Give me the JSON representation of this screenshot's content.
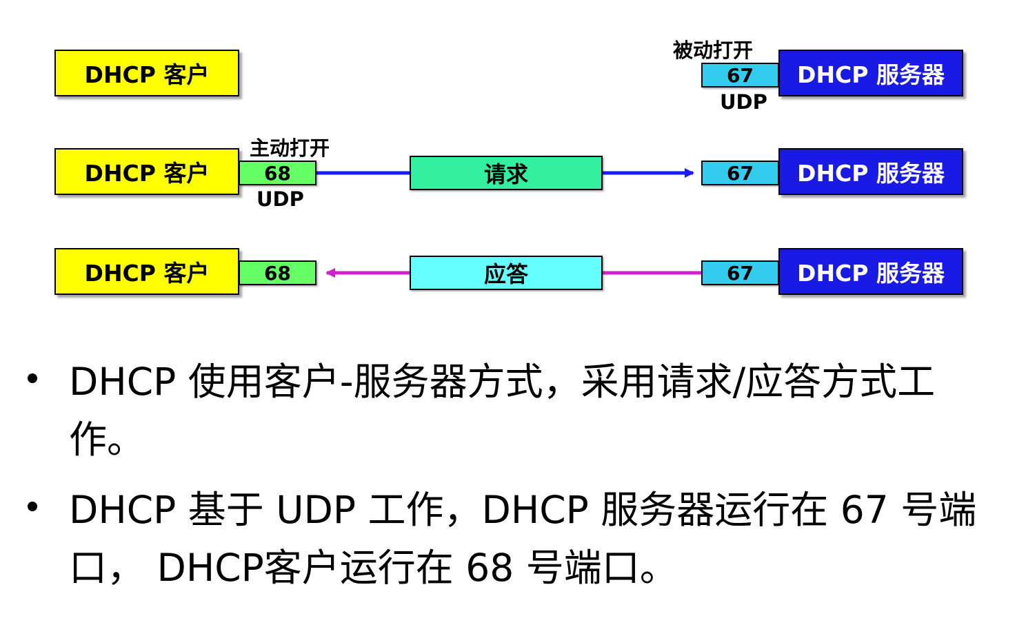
{
  "diagram": {
    "client_label": "DHCP 客户",
    "server_label": "DHCP 服务器",
    "passive_open": "被动打开",
    "active_open": "主动打开",
    "server_port": "67",
    "client_port": "68",
    "protocol": "UDP",
    "request_label": "请求",
    "response_label": "应答",
    "colors": {
      "client": "#ffff00",
      "server": "#1a1ae6",
      "client_port": "#66ff66",
      "server_port": "#33ccee",
      "request_box": "#33f0a0",
      "response_box": "#66ffff",
      "request_arrow": "#1a1aff",
      "response_arrow": "#cc22cc"
    }
  },
  "bullets": [
    "DHCP 使用客户-服务器方式，采用请求/应答方式工作。",
    "DHCP 基于 UDP 工作，DHCP 服务器运行在 67 号端口， DHCP客户运行在 68 号端口。"
  ]
}
